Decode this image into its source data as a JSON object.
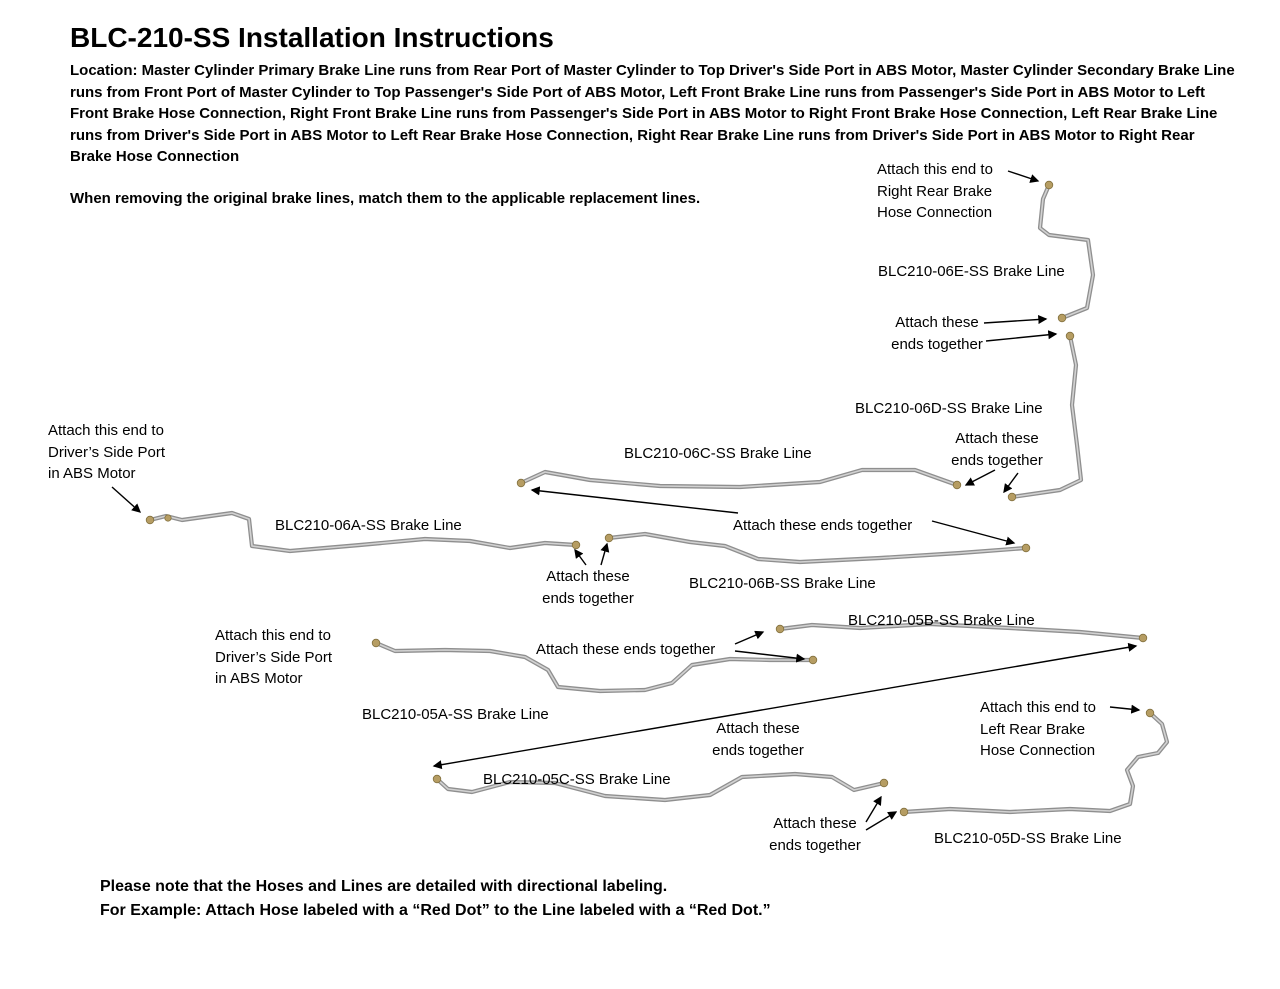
{
  "title": "BLC-210-SS Installation Instructions",
  "intro": {
    "location": "Location: Master Cylinder Primary Brake Line runs from Rear Port of Master Cylinder to Top Driver's Side Port in ABS Motor, Master Cylinder Secondary Brake Line runs from Front Port of Master Cylinder to Top Passenger's Side Port of ABS Motor, Left Front Brake Line runs from Passenger's Side Port in ABS Motor to Left Front Brake Hose Connection, Right Front Brake Line runs from Passenger's Side Port in ABS Motor to Right Front Brake Hose Connection, Left Rear Brake Line runs from Driver's Side Port in ABS Motor to Left Rear Brake Hose Connection, Right Rear Brake Line runs from Driver's Side Port in ABS Motor to Right Rear Brake Hose Connection",
    "removal_note": "When removing the original brake lines, match them to the applicable replacement lines."
  },
  "diagram": {
    "callouts": {
      "right_rear_hose": "Attach this end to\nRight Rear Brake\nHose Connection",
      "ends_06e_06d": "Attach these\nends together",
      "ends_06c_06d": "Attach these\nends together",
      "driver_port_06a": "Attach this end to\nDriver’s Side Port\nin ABS Motor",
      "ends_06b_06c": "Attach these ends together",
      "ends_06a_06b": "Attach these\nends together",
      "driver_port_05a": "Attach this end to\nDriver’s Side Port\nin ABS Motor",
      "ends_05a_05b": "Attach these ends together",
      "ends_05b_05c": "Attach these\nends together",
      "left_rear_hose": "Attach this end to\nLeft Rear Brake\nHose Connection",
      "ends_05c_05d": "Attach these\nends together"
    },
    "parts": {
      "line_06e": "BLC210-06E-SS Brake Line",
      "line_06d": "BLC210-06D-SS Brake Line",
      "line_06c": "BLC210-06C-SS Brake Line",
      "line_06a": "BLC210-06A-SS Brake Line",
      "line_06b": "BLC210-06B-SS Brake Line",
      "line_05b": "BLC210-05B-SS Brake Line",
      "line_05a": "BLC210-05A-SS Brake Line",
      "line_05c": "BLC210-05C-SS Brake Line",
      "line_05d": "BLC210-05D-SS Brake Line"
    },
    "colors": {
      "tube": "#8f8f8f",
      "tube_highlight": "#d2d2d2",
      "fitting": "#b69d63",
      "arrow": "#000000"
    }
  },
  "footer": {
    "note1": "Please note that the Hoses and Lines are detailed with directional labeling.",
    "note2": "For Example: Attach Hose labeled with a “Red Dot” to the Line labeled with a “Red Dot.”"
  }
}
